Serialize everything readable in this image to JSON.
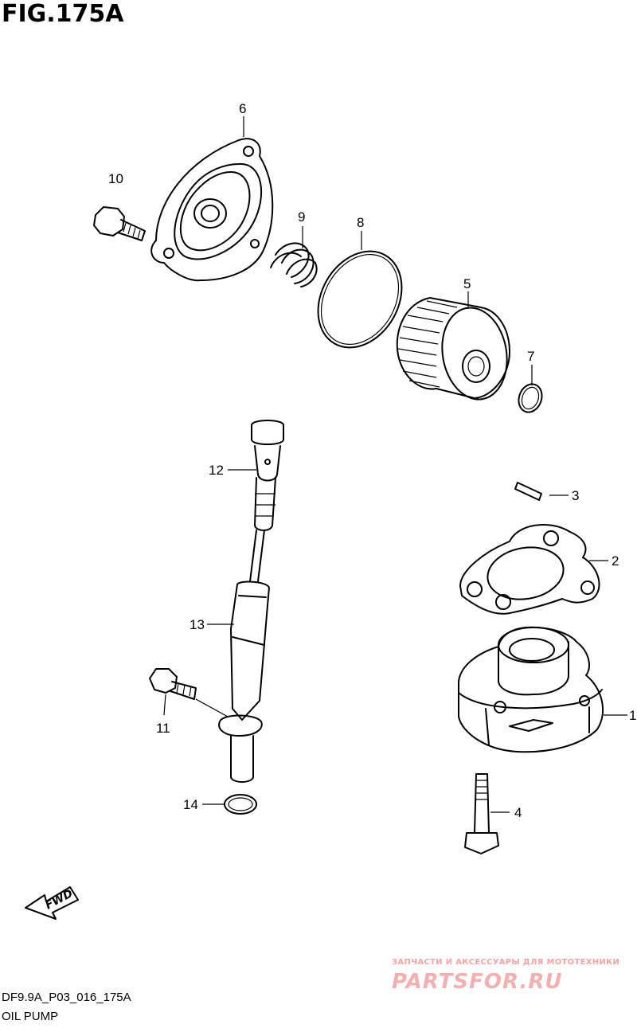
{
  "figure": {
    "title": "FIG.175A",
    "code": "DF9.9A_P03_016_175A",
    "caption": "OIL PUMP"
  },
  "callouts": {
    "c1": "1",
    "c2": "2",
    "c3": "3",
    "c4": "4",
    "c5": "5",
    "c6": "6",
    "c7": "7",
    "c8": "8",
    "c9": "9",
    "c10": "10",
    "c11": "11",
    "c12": "12",
    "c13": "13",
    "c14": "14"
  },
  "fwd_label": "FWD",
  "watermark": {
    "subtitle": "ЗАПЧАСТИ И АКСЕССУАРЫ ДЛЯ МОТОТЕХНИКИ",
    "logo": "PARTSFOR.RU"
  }
}
